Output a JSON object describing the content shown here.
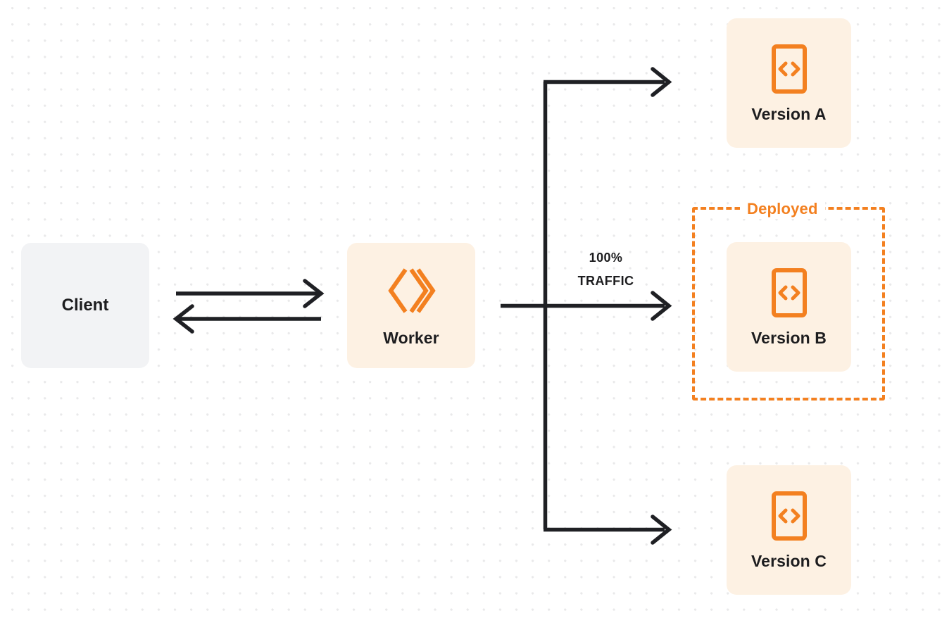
{
  "diagram": {
    "title": "Worker version traffic routing",
    "background": {
      "color": "#ffffff",
      "dot_color": "#e9e9ea",
      "pattern": "dot-grid"
    },
    "colors": {
      "accent_orange": "#f38020",
      "node_orange_bg": "#fdf1e3",
      "node_gray_bg": "#f2f3f5",
      "text_dark": "#1d1d1f",
      "arrow_dark": "#1f2024"
    }
  },
  "nodes": {
    "client": {
      "label": "Client",
      "icon": "none"
    },
    "worker": {
      "label": "Worker",
      "icon": "cloudflare-workers-icon"
    },
    "versions": [
      {
        "id": "a",
        "label": "Version A",
        "icon": "code-file-icon"
      },
      {
        "id": "b",
        "label": "Version B",
        "icon": "code-file-icon"
      },
      {
        "id": "c",
        "label": "Version C",
        "icon": "code-file-icon"
      }
    ]
  },
  "groups": {
    "deployed": {
      "label": "Deployed",
      "contains": "Version B",
      "border_style": "dashed",
      "border_color": "#f38020"
    }
  },
  "annotations": {
    "traffic": {
      "percent": "100%",
      "word": "TRAFFIC"
    }
  },
  "connectors": [
    {
      "id": "client-to-worker",
      "direction": "right",
      "from": "Client",
      "to": "Worker"
    },
    {
      "id": "worker-to-client",
      "direction": "left",
      "from": "Worker",
      "to": "Client"
    },
    {
      "id": "worker-to-version-a",
      "direction": "right",
      "from": "Worker",
      "to": "Version A"
    },
    {
      "id": "worker-to-version-b",
      "direction": "right",
      "from": "Worker",
      "to": "Version B"
    },
    {
      "id": "worker-to-version-c",
      "direction": "right",
      "from": "Worker",
      "to": "Version C"
    }
  ]
}
